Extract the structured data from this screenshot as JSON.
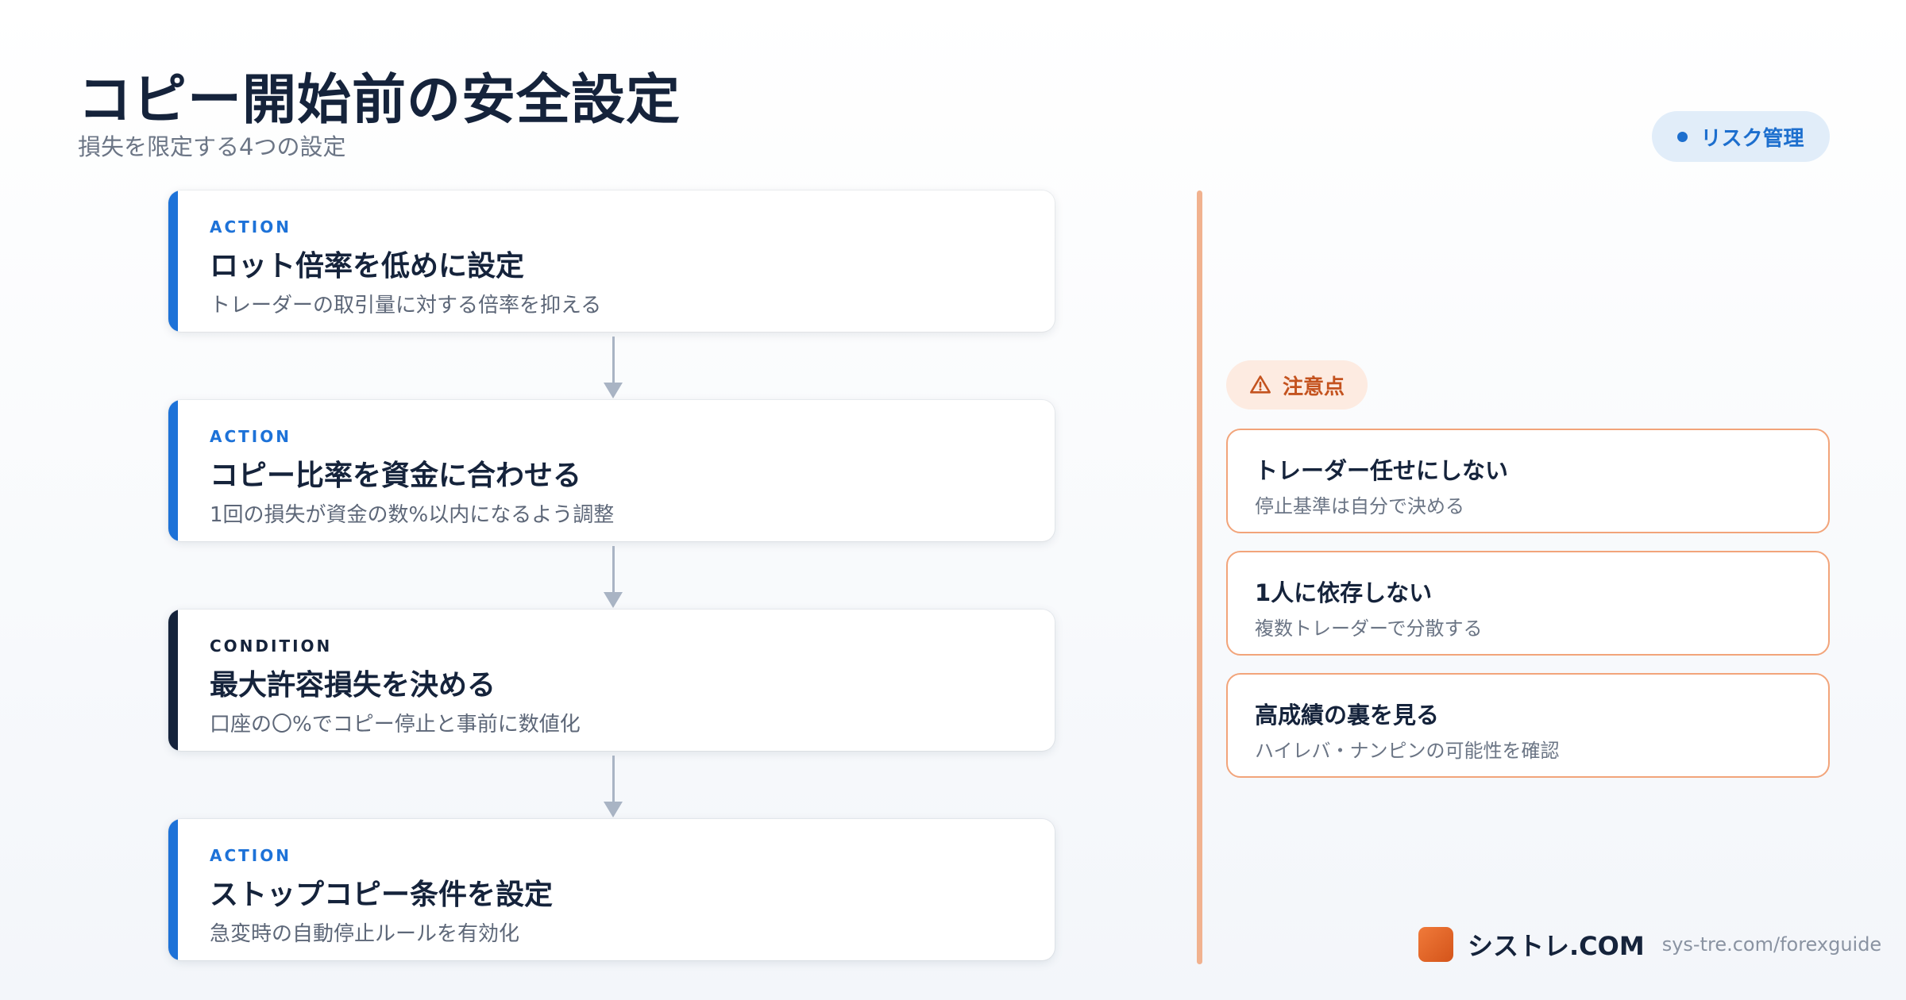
{
  "header": {
    "title": "コピー開始前の安全設定",
    "subtitle": "損失を限定する4つの設定",
    "badge": "リスク管理"
  },
  "steps": [
    {
      "tag": "ACTION",
      "title": "ロット倍率を低めに設定",
      "desc": "トレーダーの取引量に対する倍率を抑える"
    },
    {
      "tag": "ACTION",
      "title": "コピー比率を資金に合わせる",
      "desc": "1回の損失が資金の数%以内になるよう調整"
    },
    {
      "tag": "CONDITION",
      "title": "最大許容損失を決める",
      "desc": "口座の〇%でコピー停止と事前に数値化"
    },
    {
      "tag": "ACTION",
      "title": "ストップコピー条件を設定",
      "desc": "急変時の自動停止ルールを有効化"
    }
  ],
  "cautions": {
    "label": "注意点",
    "items": [
      {
        "title": "トレーダー任せにしない",
        "desc": "停止基準は自分で決める"
      },
      {
        "title": "1人に依存しない",
        "desc": "複数トレーダーで分散する"
      },
      {
        "title": "高成績の裏を見る",
        "desc": "ハイレバ・ナンピンの可能性を確認"
      }
    ]
  },
  "footer": {
    "brand": "シストレ.COM",
    "url": "sys-tre.com/forexguide"
  },
  "colors": {
    "action_accent": "#1d72d8",
    "condition_accent": "#15233b",
    "caution_accent": "#f2a47a"
  }
}
